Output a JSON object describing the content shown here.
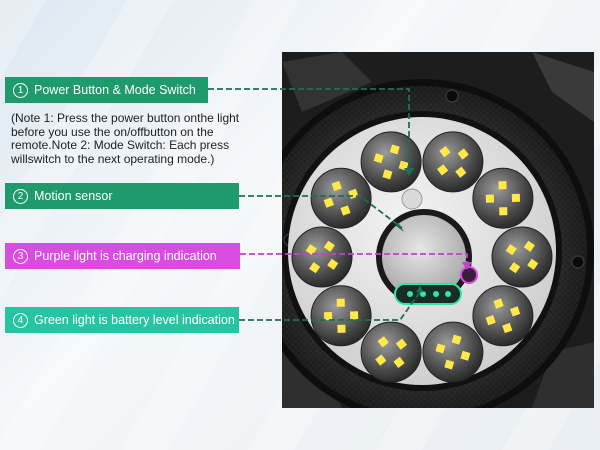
{
  "labels": [
    {
      "num": "1",
      "text": "Power Button & Mode Switch"
    },
    {
      "num": "2",
      "text": "Motion sensor"
    },
    {
      "num": "3",
      "text": "Purple light is charging indication"
    },
    {
      "num": "4",
      "text": "Green light is battery level indication"
    }
  ],
  "note": "(Note 1: Press the power button onthe light before you use the on/offbutton on the remote.Note 2: Mode Switch: Each press willswitch to the next operating mode.)",
  "colors": {
    "label_green": "#1e9a6c",
    "label_purple": "#d84ce0",
    "label_teal": "#26c4a3",
    "led_yellow": "#ffe94a",
    "indicator_green": "#2ee6a6"
  }
}
